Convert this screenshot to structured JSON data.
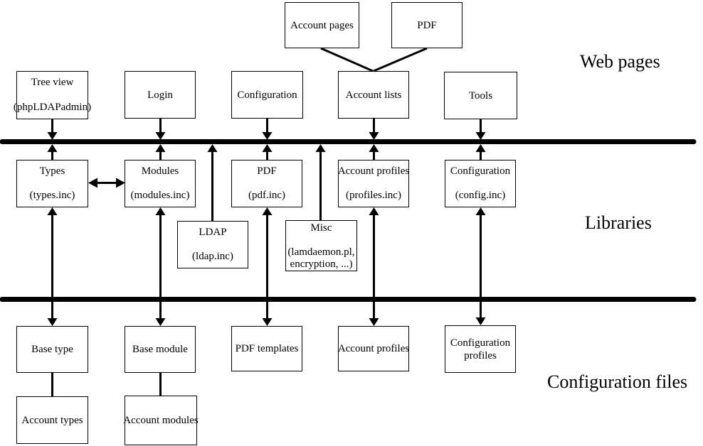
{
  "section_labels": {
    "web_pages": "Web pages",
    "libraries": "Libraries",
    "configuration_files": "Configuration files"
  },
  "boxes": {
    "account_pages": {
      "lines": [
        "Account pages"
      ]
    },
    "pdf_page": {
      "lines": [
        "PDF"
      ]
    },
    "tree_view": {
      "lines": [
        "Tree view",
        "(phpLDAPadmin)"
      ]
    },
    "login": {
      "lines": [
        "Login"
      ]
    },
    "configuration_page": {
      "lines": [
        "Configuration"
      ]
    },
    "account_lists": {
      "lines": [
        "Account lists"
      ]
    },
    "tools": {
      "lines": [
        "Tools"
      ]
    },
    "types_lib": {
      "lines": [
        "Types",
        "(types.inc)"
      ]
    },
    "modules_lib": {
      "lines": [
        "Modules",
        "(modules.inc)"
      ]
    },
    "pdf_lib": {
      "lines": [
        "PDF",
        "(pdf.inc)"
      ]
    },
    "profiles_lib": {
      "lines": [
        "Account profiles",
        "(profiles.inc)"
      ]
    },
    "config_lib": {
      "lines": [
        "Configuration",
        "(config.inc)"
      ]
    },
    "ldap_lib": {
      "lines": [
        "LDAP",
        "(ldap.inc)"
      ]
    },
    "misc_lib": {
      "lines": [
        "Misc",
        "(lamdaemon.pl,",
        "encryption, ...)"
      ]
    },
    "base_type": {
      "lines": [
        "Base type"
      ]
    },
    "base_module": {
      "lines": [
        "Base module"
      ]
    },
    "pdf_templates": {
      "lines": [
        "PDF templates"
      ]
    },
    "account_profiles_file": {
      "lines": [
        "Account profiles"
      ]
    },
    "configuration_profiles": {
      "lines": [
        "Configuration",
        "profiles"
      ]
    },
    "account_types": {
      "lines": [
        "Account types"
      ]
    },
    "account_modules": {
      "lines": [
        "Account modules"
      ]
    }
  },
  "colors": {
    "line": "#000000",
    "background": "#ffffff",
    "text": "#000000"
  }
}
